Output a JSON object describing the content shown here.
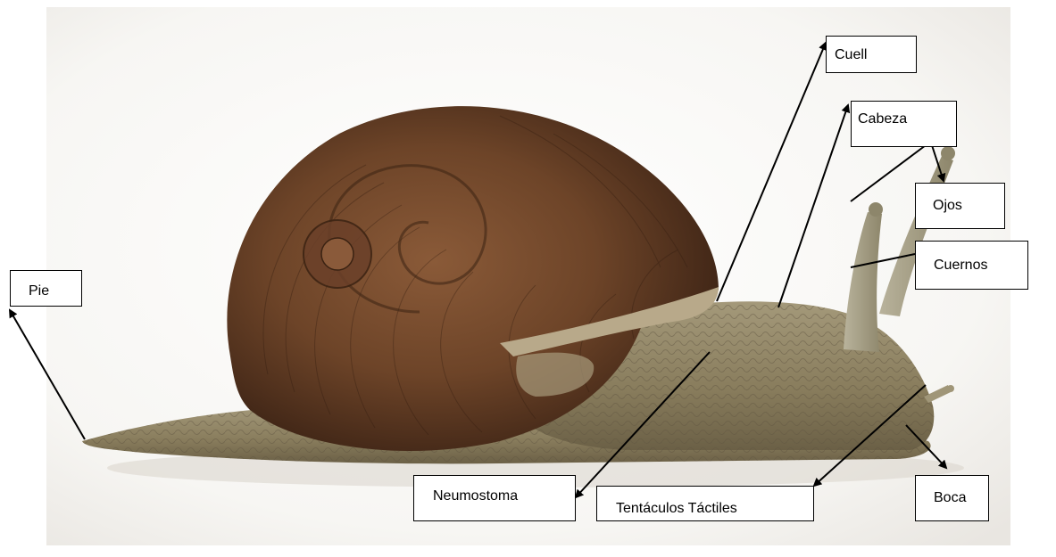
{
  "labels": {
    "cuell": "Cuell",
    "cabeza": "Cabeza",
    "ojos": "Ojos",
    "cuernos": "Cuernos",
    "pie": "Pie",
    "neumostoma": "Neumostoma",
    "tentaculos": "Tentáculos Táctiles",
    "boca": "Boca"
  },
  "colors": {
    "label_border": "#000000",
    "arrow": "#000000",
    "backdrop": "#f3f1ee",
    "shell_dark": "#4e2f1c",
    "shell_mid": "#7a4b2c",
    "body": "#8f8463"
  }
}
